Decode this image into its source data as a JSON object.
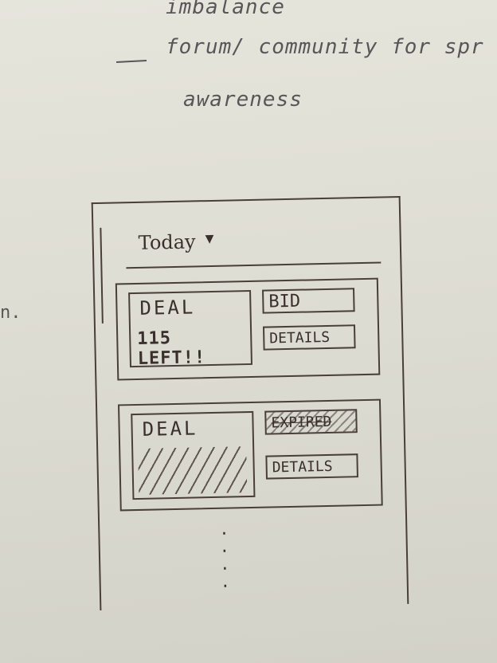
{
  "notes": {
    "line1": "imbalance",
    "line2": "forum/ community for spr",
    "line3": "awareness",
    "stray": "n."
  },
  "screen": {
    "header": {
      "title": "Today",
      "caret": "▼"
    },
    "cards": [
      {
        "deal_label": "DEAL",
        "left_text": "115 LEFT!!",
        "action_label": "BID",
        "details_label": "DETAILS"
      },
      {
        "deal_label": "DEAL",
        "action_label": "EXPIRED",
        "details_label": "DETAILS"
      }
    ],
    "more_indicator": ".\n.\n.\n."
  }
}
